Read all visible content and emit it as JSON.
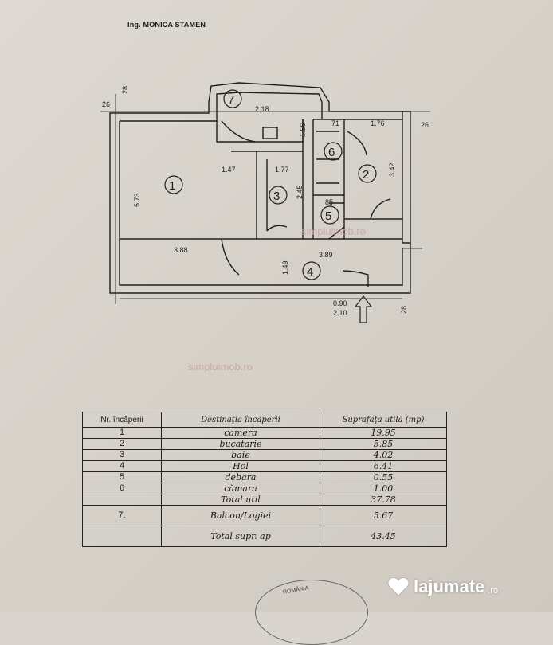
{
  "header": {
    "architect": "Ing. MONICA STAMEN"
  },
  "plan": {
    "rooms": [
      "1",
      "2",
      "3",
      "4",
      "5",
      "6",
      "7"
    ],
    "dims": {
      "d218": "2.18",
      "d156": "1.56",
      "d71": "71",
      "d176": "1.76",
      "d147": "1.47",
      "d177": "1.77",
      "d573": "5.73",
      "d342": "3.42",
      "d245": "2.45",
      "d85": "85",
      "d388": "3.88",
      "d389": "3.89",
      "d149": "1.49",
      "d090": "0.90",
      "d210": "2.10",
      "w28a": "28",
      "w26a": "26",
      "w26b": "26",
      "w28b": "28"
    }
  },
  "watermarks": [
    "simpluimob.ro",
    "simpluimob.ro"
  ],
  "table": {
    "headers": [
      "Nr. încăperii",
      "Destinaţia încăperii",
      "Suprafaţa utilă (mp)"
    ],
    "rows": [
      [
        "1",
        "camera",
        "19.95"
      ],
      [
        "2",
        "bucatarie",
        "5.85"
      ],
      [
        "3",
        "baie",
        "4.02"
      ],
      [
        "4",
        "Hol",
        "6.41"
      ],
      [
        "5",
        "debara",
        "0.55"
      ],
      [
        "6",
        "cămara",
        "1.00"
      ],
      [
        "",
        "Total util",
        "37.78"
      ],
      [
        "7.",
        "Balcon/Logiei",
        "5.67"
      ],
      [
        "",
        "Total supr. ap",
        "43.45"
      ]
    ]
  },
  "stamp": {
    "text": "ROMÂNIA"
  },
  "logo": {
    "name": "lajumate",
    "tld": ".ro"
  }
}
